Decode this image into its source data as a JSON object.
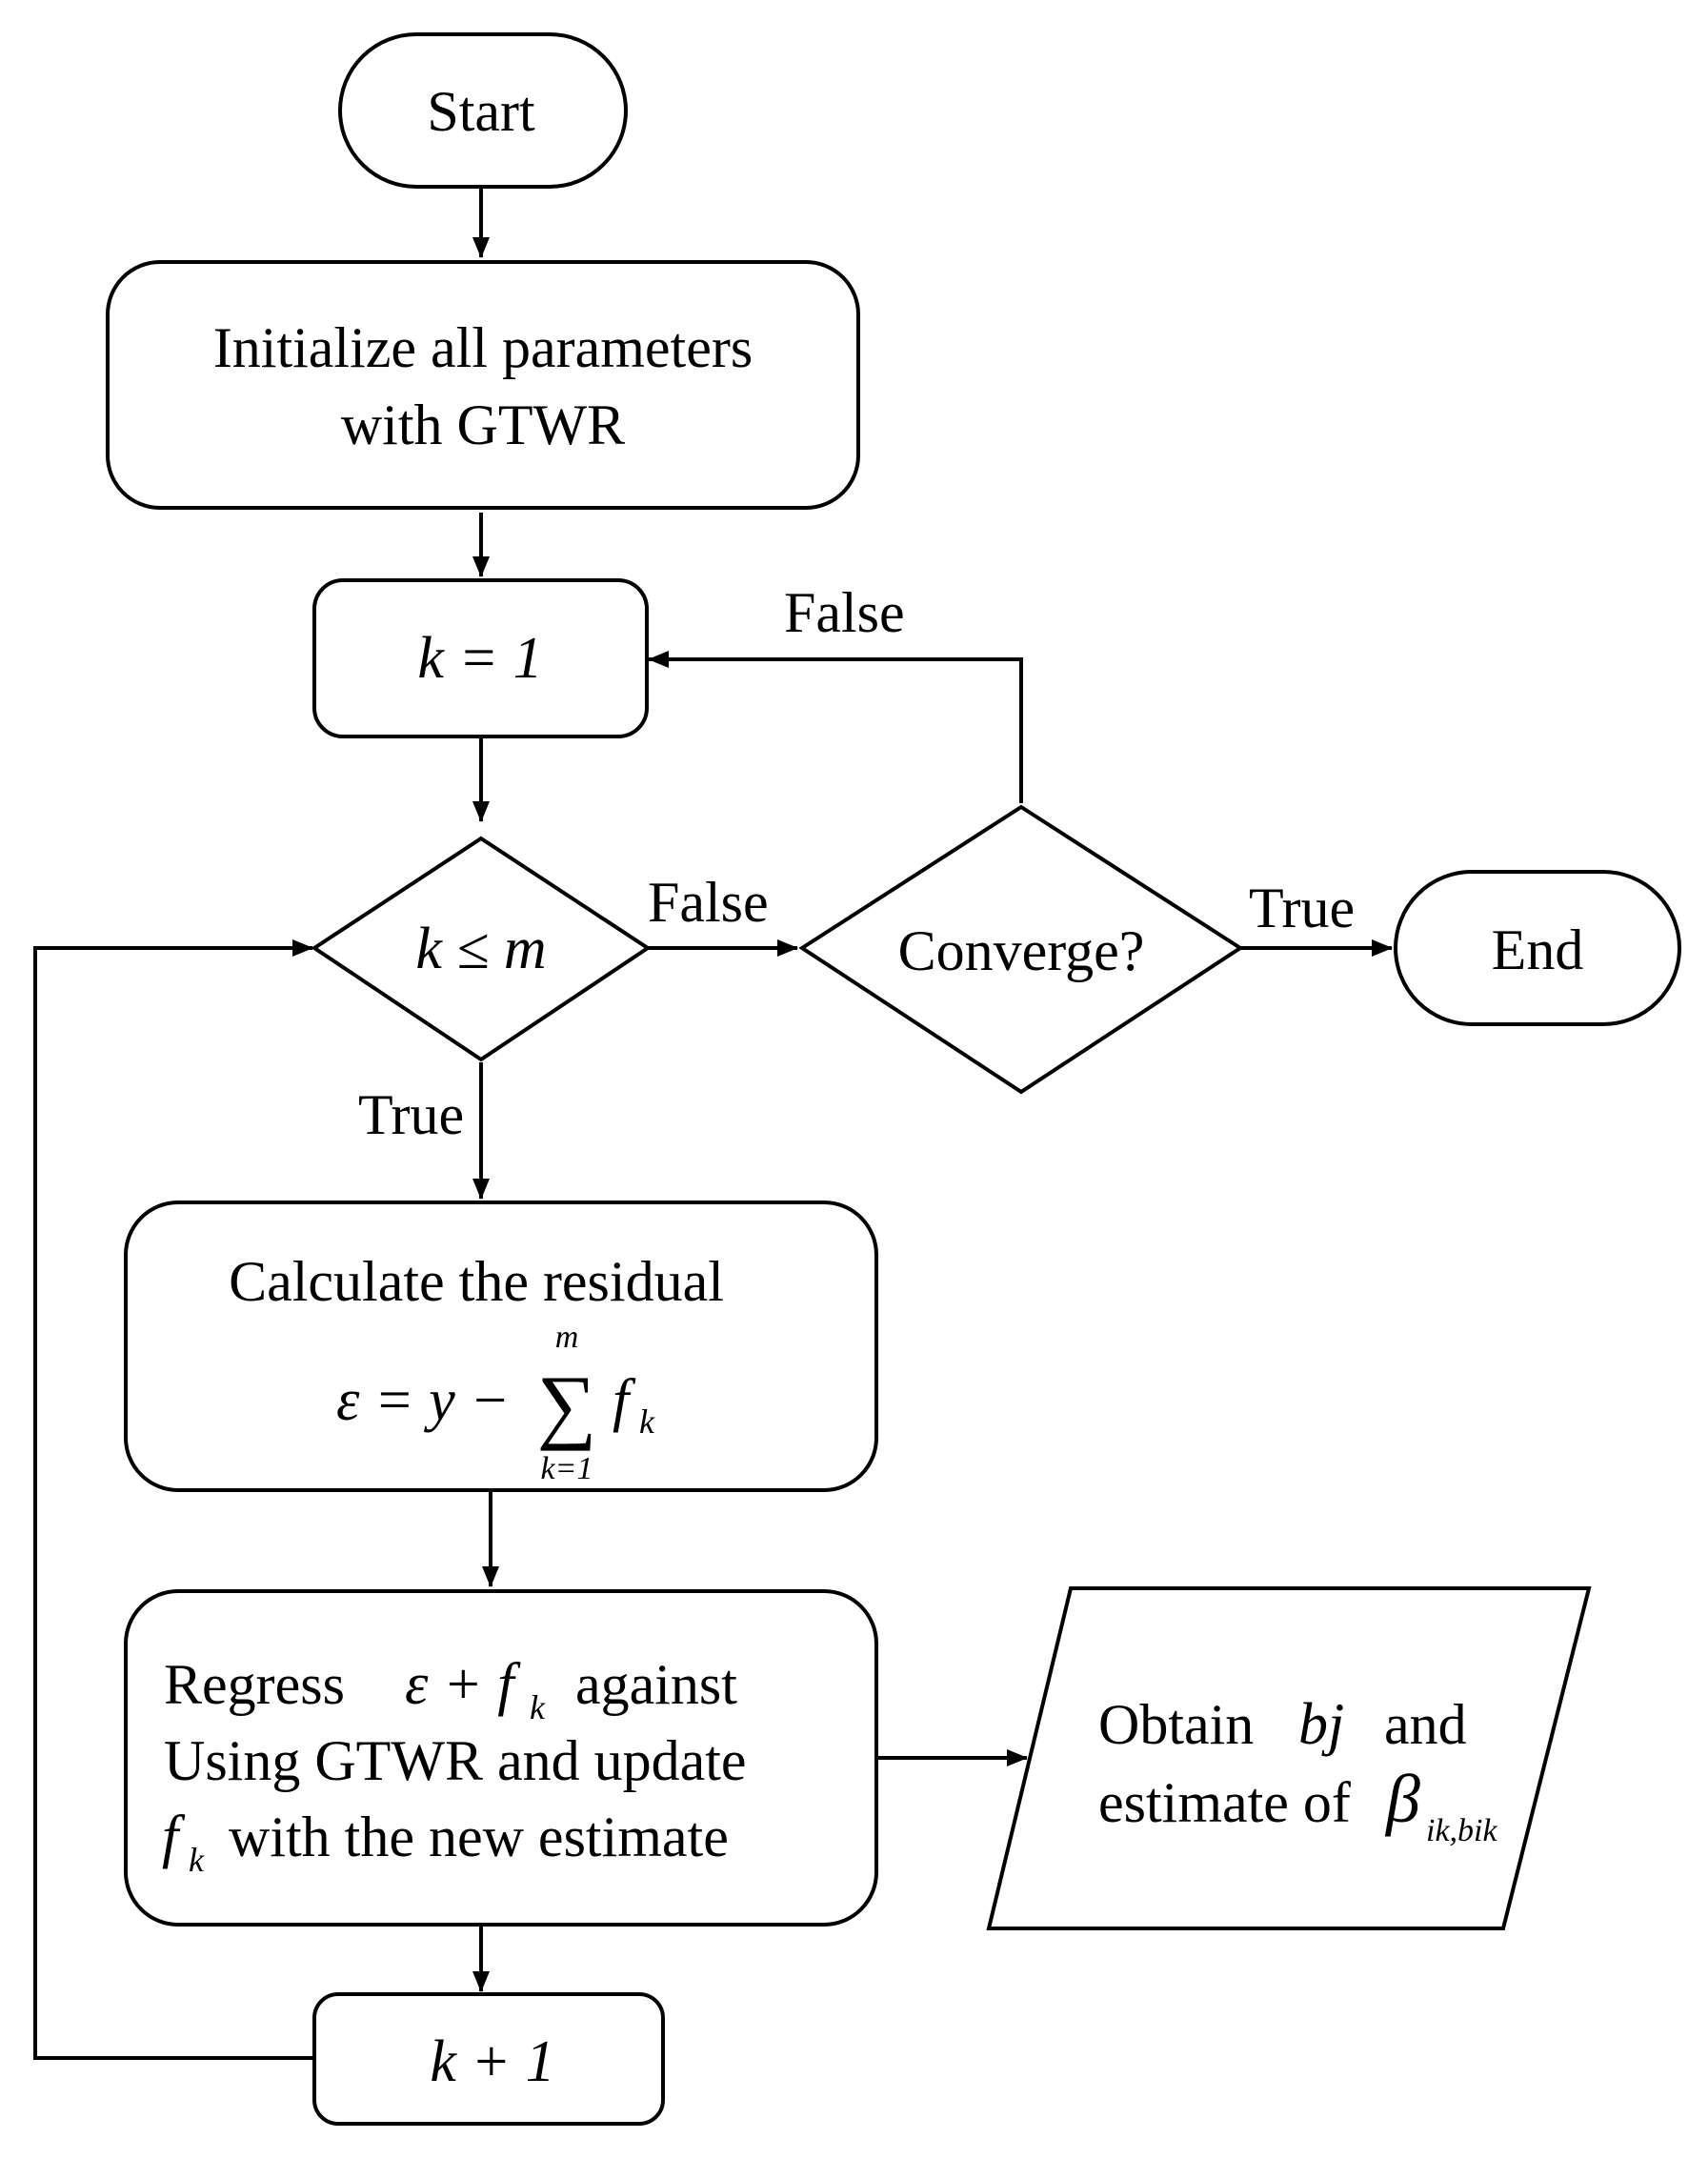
{
  "nodes": {
    "start": "Start",
    "init": [
      "Initialize all parameters",
      "with GTWR"
    ],
    "k_init": "k = 1",
    "cond": "k ≤ m",
    "converge": "Converge?",
    "end": "End",
    "residual_title": "Calculate the residual",
    "residual_formula": {
      "lhs": "ε = y −",
      "sum": "∑",
      "upper": "m",
      "lower": "k=1",
      "term": "f",
      "term_sub": "k"
    },
    "regress": {
      "line1_prefix": "Regress",
      "line1_math": "ε + f",
      "line1_sub": "k",
      "line1_suffix": "against",
      "line2": "Using GTWR and update",
      "line3_math": "f",
      "line3_sub": "k",
      "line3_suffix": "with the new estimate"
    },
    "obtain": {
      "line1_prefix": "Obtain",
      "line1_math": "bj",
      "line1_suffix": "and",
      "line2_prefix": "estimate of",
      "line2_math": "β",
      "line2_sub": "ik,bik"
    },
    "k_next": "k + 1"
  },
  "edges": {
    "cond_false": "False",
    "cond_true": "True",
    "converge_false": "False",
    "converge_true": "True"
  }
}
